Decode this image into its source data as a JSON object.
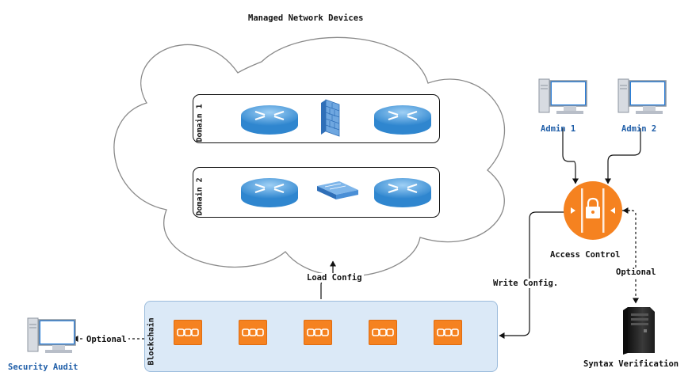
{
  "title": "Managed Network Devices",
  "domains": [
    {
      "label": "Domain 1",
      "devices": [
        "router-icon",
        "firewall-icon",
        "router-icon"
      ]
    },
    {
      "label": "Domain 2",
      "devices": [
        "router-icon",
        "switch-icon",
        "router-icon"
      ]
    }
  ],
  "admins": [
    {
      "label": "Admin 1",
      "icon": "desktop-computer-icon"
    },
    {
      "label": "Admin 2",
      "icon": "desktop-computer-icon"
    }
  ],
  "access_control": {
    "label": "Access Control",
    "icon": "lock-icon",
    "color": "#f58220"
  },
  "blockchain": {
    "label": "Blockchain",
    "block_count": 5,
    "block_icon": "chain-link-icon",
    "color": "#f58220",
    "container_color": "#dbe9f7"
  },
  "security_audit": {
    "label": "Security Audit",
    "icon": "desktop-computer-icon"
  },
  "syntax_verification": {
    "label": "Syntax Verification",
    "icon": "server-tower-icon"
  },
  "edges": {
    "load_config": "Load Config",
    "write_config": "Write Config.",
    "optional_audit": "Optional",
    "optional_syntax": "Optional"
  },
  "colors": {
    "accent_blue": "#1f5ea8",
    "router_blue": "#4a9fe0",
    "orange": "#f58220"
  }
}
